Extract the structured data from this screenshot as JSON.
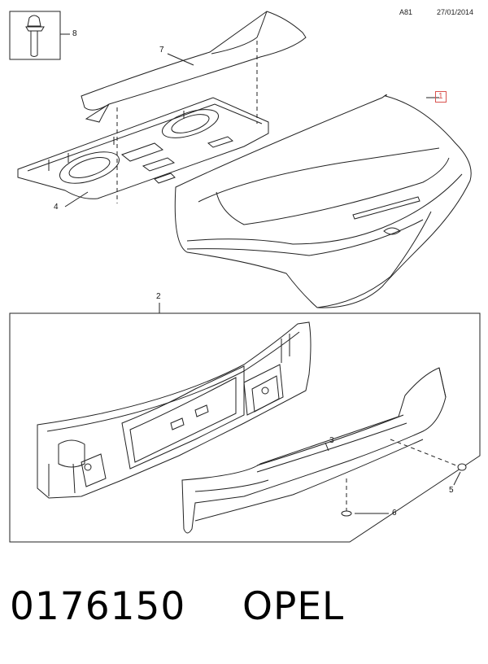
{
  "header": {
    "code": "A81",
    "date": "27/01/2014"
  },
  "callouts": [
    {
      "id": "1",
      "boxed": true
    },
    {
      "id": "2"
    },
    {
      "id": "3"
    },
    {
      "id": "4"
    },
    {
      "id": "5"
    },
    {
      "id": "6"
    },
    {
      "id": "7"
    },
    {
      "id": "8"
    }
  ],
  "footer": {
    "part_number": "0176150",
    "brand": "OPEL"
  }
}
